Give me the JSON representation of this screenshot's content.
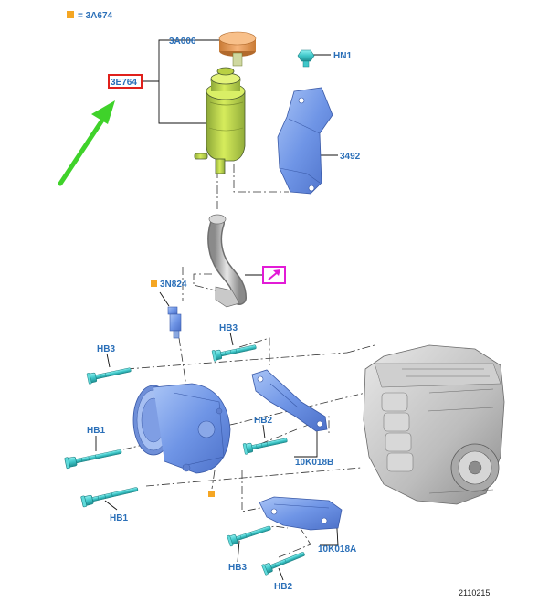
{
  "legend": {
    "symbol_color": "#f5a623",
    "text": "= 3A674"
  },
  "labels": {
    "reservoir_cap": "3A006",
    "reservoir": "3E764",
    "nut_hn1": "HN1",
    "bracket_3492": "3492",
    "sensor": "3N824",
    "bolt_hb3_upper": "HB3",
    "bolt_hb3_left": "HB3",
    "bolt_hb1_upper": "HB1",
    "bolt_hb1_lower": "HB1",
    "bolt_hb2_mid": "HB2",
    "bracket_10k018b": "10K018B",
    "bracket_10k018a": "10K018A",
    "bolt_hb3_bottom": "HB3",
    "bolt_hb2_bottom": "HB2"
  },
  "figure_number": "2110215",
  "colors": {
    "label_blue": "#2a6fb8",
    "highlight_red": "#e0201b",
    "arrow_green": "#3fd22a",
    "reference_magenta": "#e21bd6",
    "marker_orange": "#f5a623",
    "reservoir_green": "#c8e04a",
    "cap_orange": "#f0a35a",
    "bracket_blue": "#7fa8f0",
    "bolt_cyan": "#3fc7c9"
  },
  "icons": {
    "direction_arrow": "green-arrow-icon",
    "see_reference": "magenta-reference-arrow-icon",
    "marker": "orange-square-icon"
  }
}
